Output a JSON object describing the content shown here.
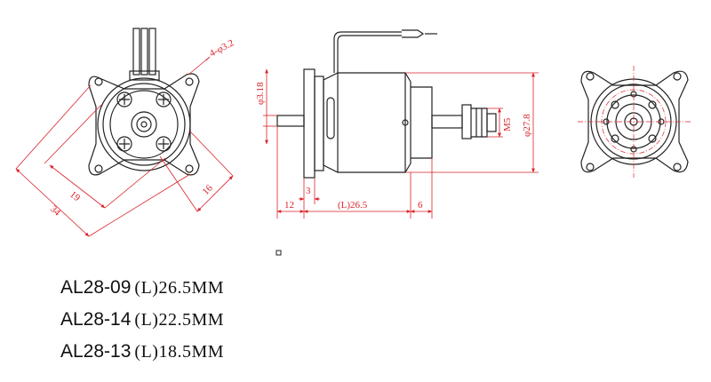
{
  "dimensions": {
    "holes": "4-φ3.2",
    "d19": "19",
    "d16": "16",
    "d34": "34",
    "d3_18": "φ3.18",
    "d3": "3",
    "d12": "12",
    "dL": "(L)26.5",
    "d6": "6",
    "m5": "M5",
    "d27_8": "φ27.8"
  },
  "specs": [
    {
      "model": "AL28-09",
      "length": "(L)26.5MM"
    },
    {
      "model": "AL28-14",
      "length": "(L)22.5MM"
    },
    {
      "model": "AL28-13",
      "length": "(L)18.5MM"
    }
  ],
  "colors": {
    "dimension": "#d9232a",
    "outline": "#222222"
  }
}
